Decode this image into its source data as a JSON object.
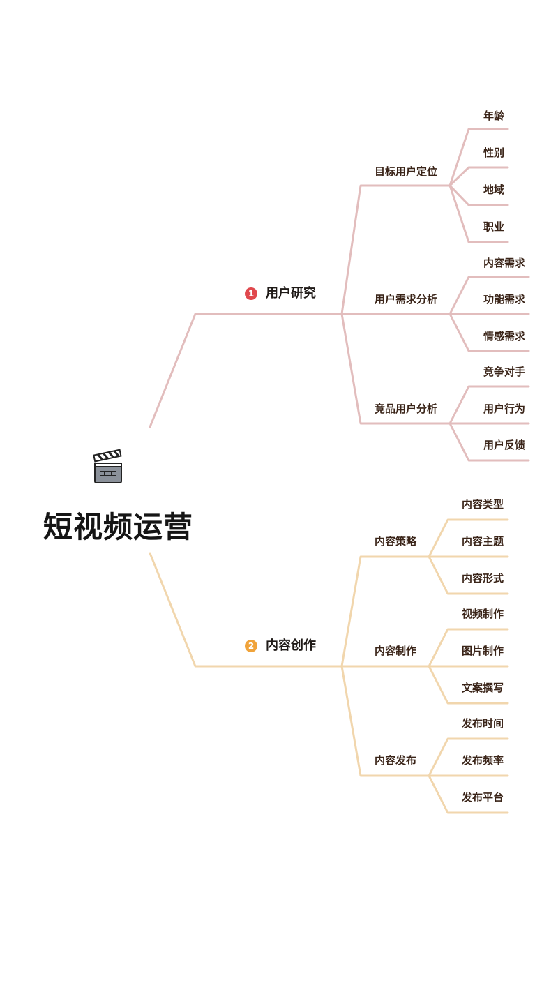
{
  "title": "短视频运营",
  "colors": {
    "branch1": "#e2bdbd",
    "branch2": "#f1d6ad",
    "badge1": "#e0484d",
    "badge2": "#f0a33a"
  },
  "branches": [
    {
      "number": "1",
      "label": "用户研究",
      "children": [
        {
          "label": "目标用户定位",
          "leaves": [
            "年龄",
            "性别",
            "地域",
            "职业"
          ]
        },
        {
          "label": "用户需求分析",
          "leaves": [
            "内容需求",
            "功能需求",
            "情感需求"
          ]
        },
        {
          "label": "竞品用户分析",
          "leaves": [
            "竞争对手",
            "用户行为",
            "用户反馈"
          ]
        }
      ]
    },
    {
      "number": "2",
      "label": "内容创作",
      "children": [
        {
          "label": "内容策略",
          "leaves": [
            "内容类型",
            "内容主题",
            "内容形式"
          ]
        },
        {
          "label": "内容制作",
          "leaves": [
            "视频制作",
            "图片制作",
            "文案撰写"
          ]
        },
        {
          "label": "内容发布",
          "leaves": [
            "发布时间",
            "发布频率",
            "发布平台"
          ]
        }
      ]
    }
  ]
}
